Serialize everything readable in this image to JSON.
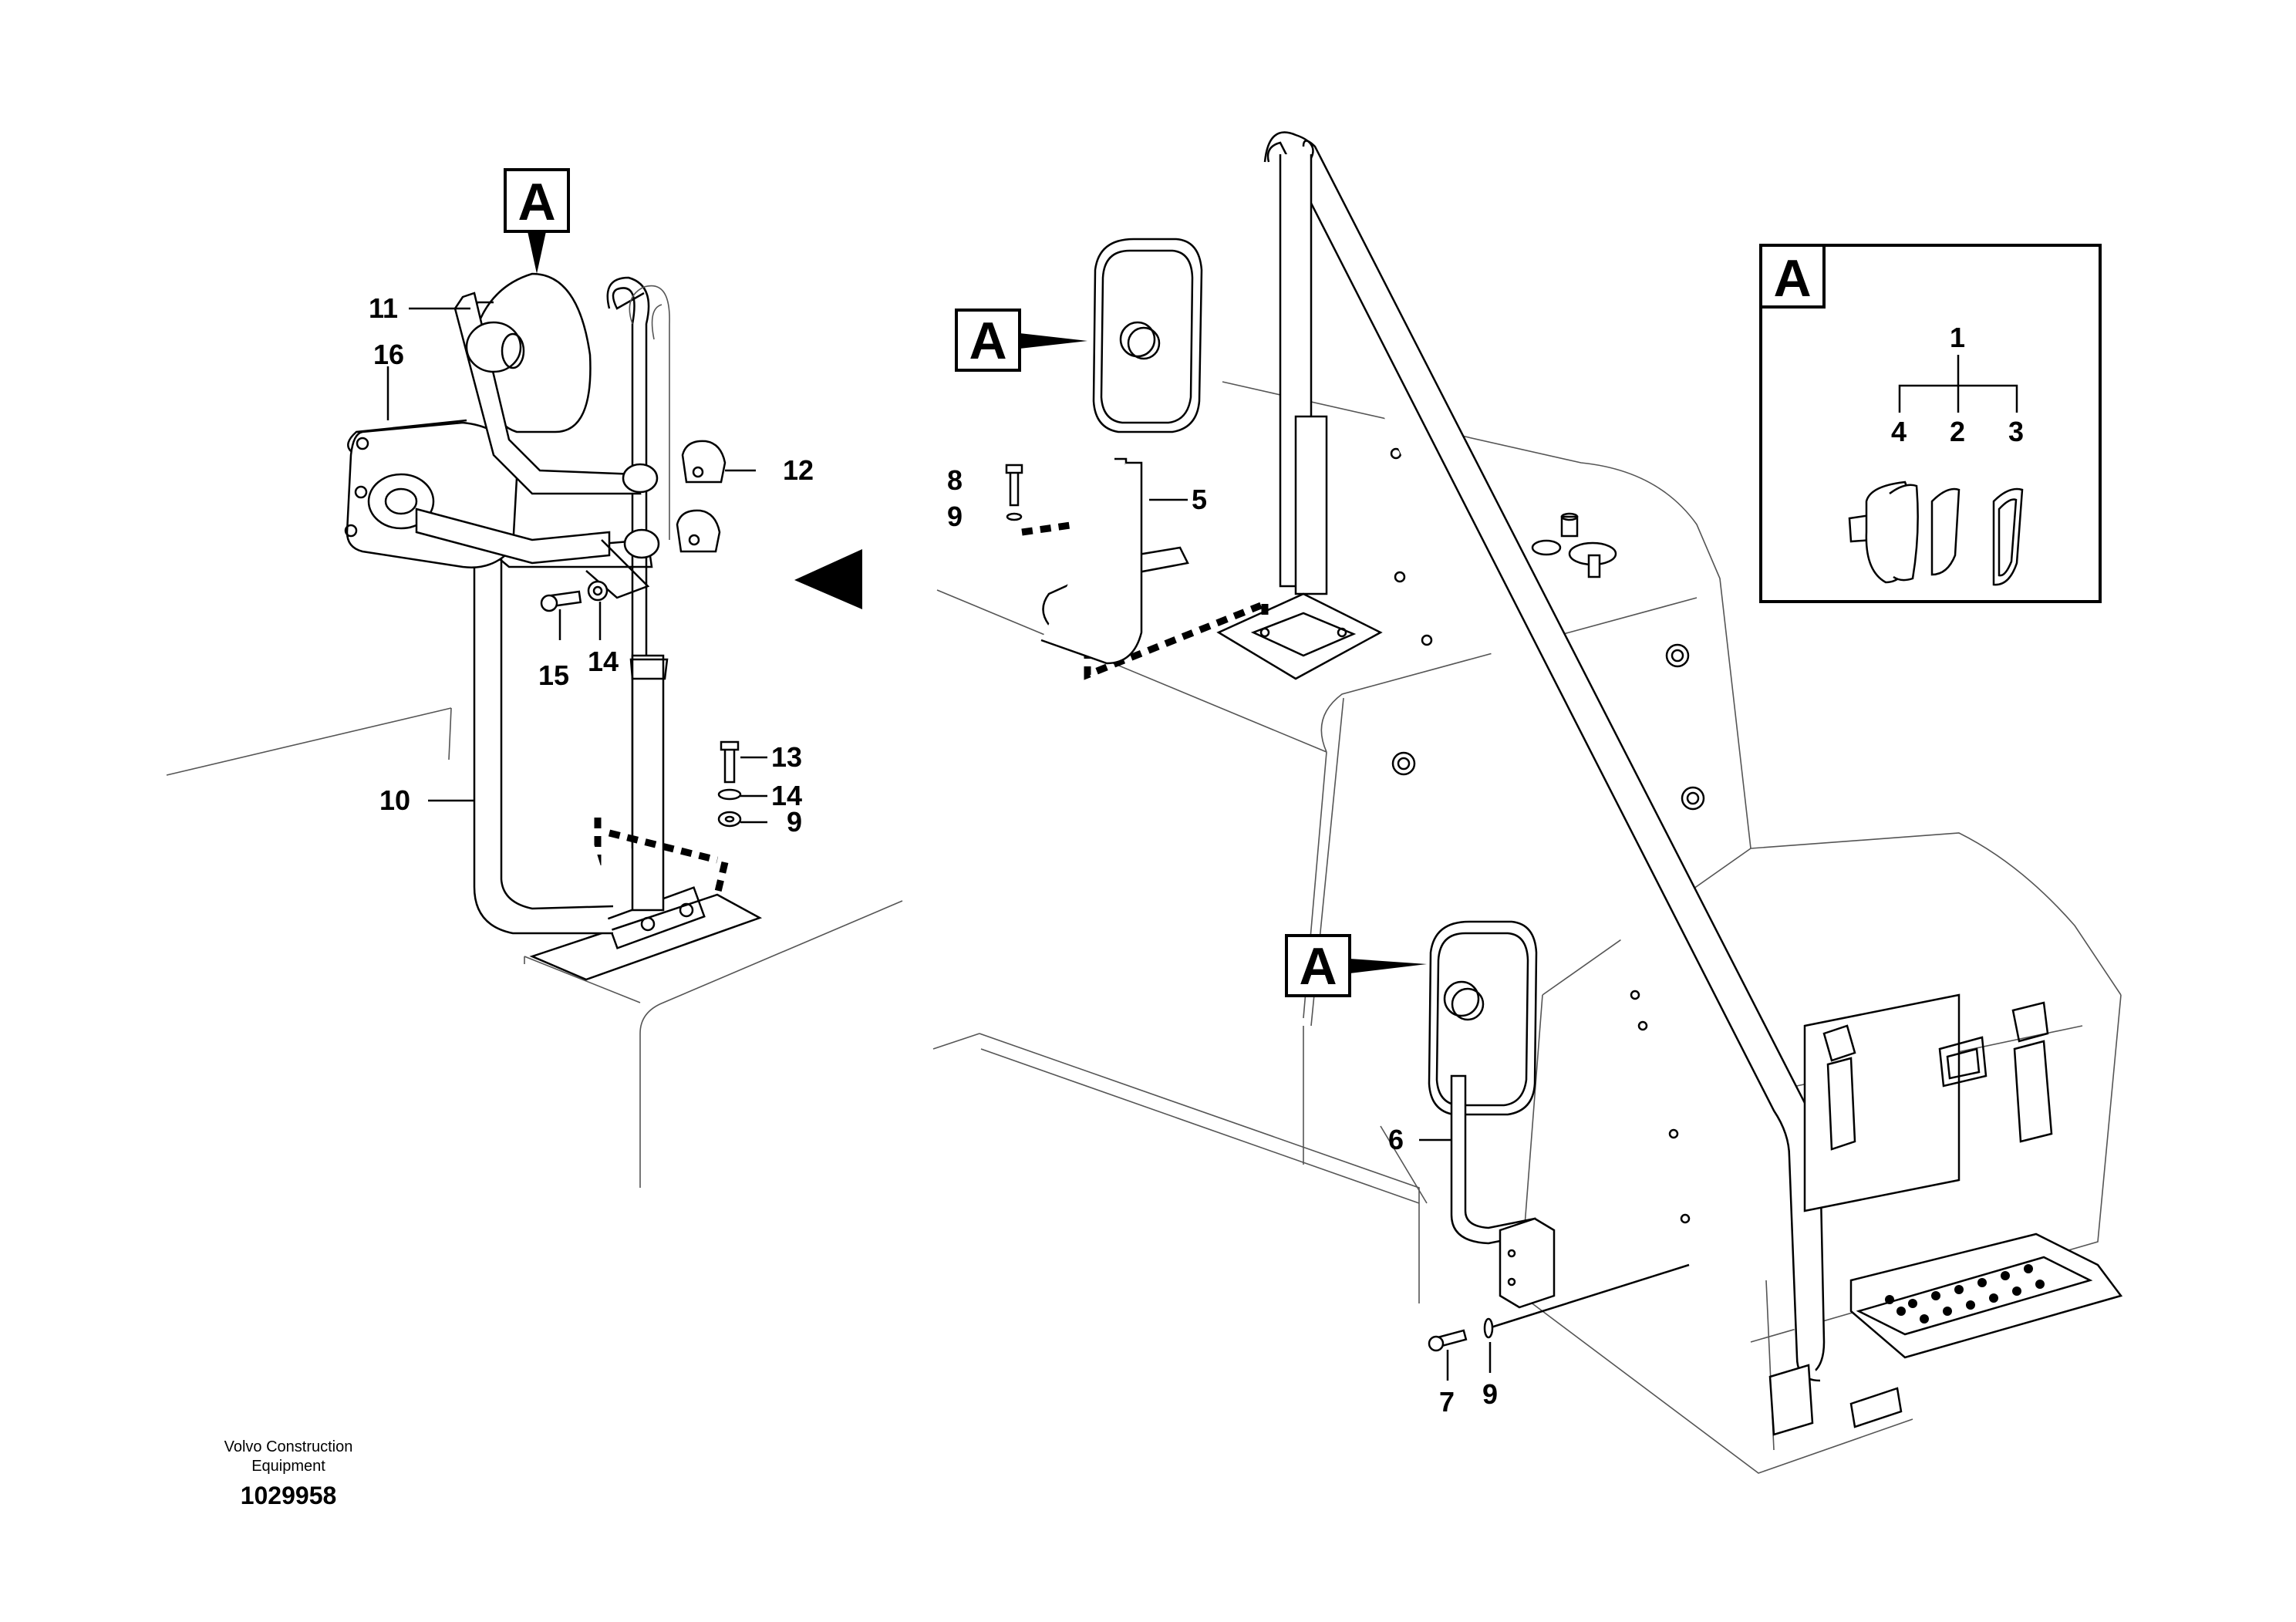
{
  "diagram": {
    "view_labels": {
      "top_left": "A",
      "upper_mid": "A",
      "lower_mid": "A",
      "detail_box": "A"
    },
    "callouts": {
      "c1": "1",
      "c2": "2",
      "c3": "3",
      "c4": "4",
      "c5": "5",
      "c6": "6",
      "c7": "7",
      "c8": "8",
      "c9a": "9",
      "c9b": "9",
      "c9c": "9",
      "c10": "10",
      "c11": "11",
      "c12": "12",
      "c13": "13",
      "c14a": "14",
      "c14b": "14",
      "c15": "15",
      "c16": "16"
    }
  },
  "footer": {
    "company_line1": "Volvo Construction",
    "company_line2": "Equipment",
    "drawing_number": "1029958"
  }
}
